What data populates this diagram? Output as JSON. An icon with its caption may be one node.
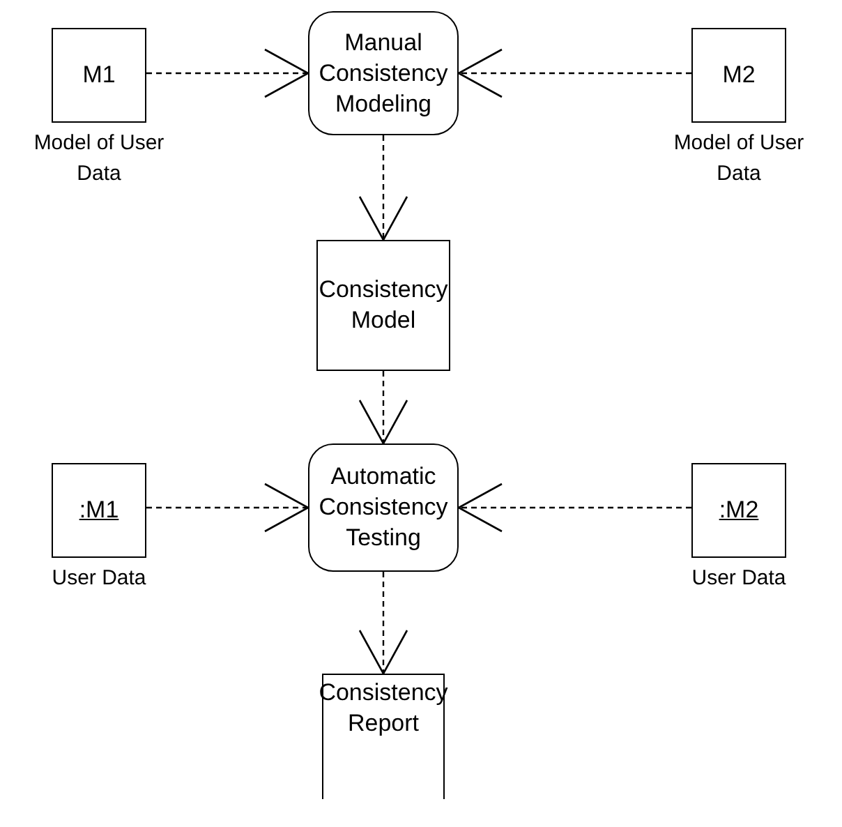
{
  "diagram": {
    "nodes": [
      {
        "text": [
          "M1"
        ],
        "beside": [
          "Model of User Data"
        ]
      },
      {
        "text": [
          "Manual Consistency Modeling"
        ]
      },
      {
        "text": [
          "M2"
        ],
        "beside": [
          "Model of User Data"
        ]
      },
      {
        "text": [
          "Consistency Model"
        ]
      },
      {
        "text": [
          ":M1"
        ],
        "beside": [
          "User Data"
        ]
      },
      {
        "text": [
          "Automatic Consistency Testing"
        ]
      },
      {
        "text": [
          ":M2"
        ],
        "beside": [
          "User Data"
        ]
      },
      {
        "text": [
          "Consistency Report"
        ]
      }
    ],
    "edges": [
      {
        "from": 0,
        "to": 1,
        "arrow": "to",
        "style": "dashed"
      },
      {
        "from": 2,
        "to": 1,
        "arrow": "to",
        "style": "dashed"
      },
      {
        "from": 1,
        "to": 3,
        "arrow": "to",
        "style": "dashed"
      },
      {
        "from": 3,
        "to": 5,
        "arrow": "to",
        "style": "dashed"
      },
      {
        "from": 4,
        "to": 5,
        "arrow": "to",
        "style": "dashed"
      },
      {
        "from": 6,
        "to": 5,
        "arrow": "to",
        "style": "dashed"
      },
      {
        "from": 5,
        "to": 7,
        "arrow": "to",
        "style": "dashed"
      }
    ]
  }
}
